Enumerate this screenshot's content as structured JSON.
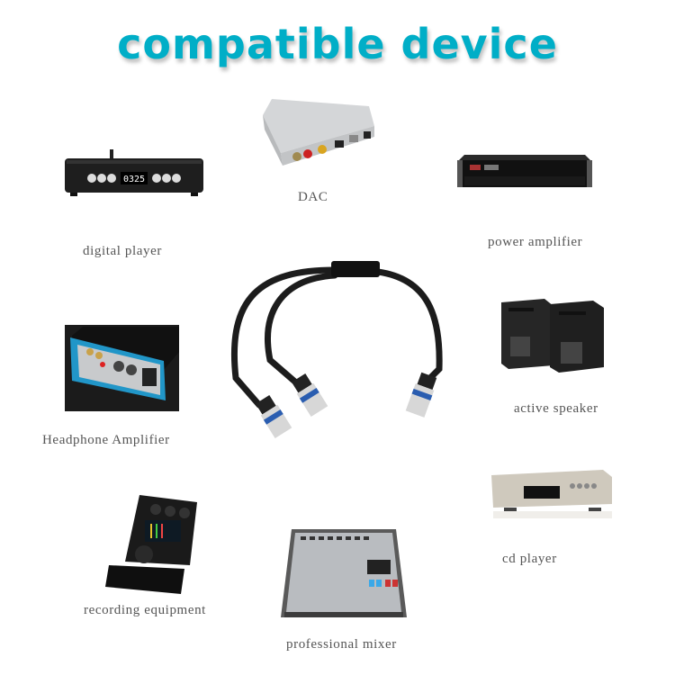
{
  "title": "compatible device",
  "accent_color": "#00aec7",
  "devices": [
    {
      "id": "digital-player",
      "label": "digital player",
      "display": "0325"
    },
    {
      "id": "dac",
      "label": "DAC"
    },
    {
      "id": "power-amplifier",
      "label": "power amplifier"
    },
    {
      "id": "headphone-amplifier",
      "label": "Headphone Amplifier"
    },
    {
      "id": "active-speaker",
      "label": "active speaker"
    },
    {
      "id": "cd-player",
      "label": "cd player"
    },
    {
      "id": "recording-equipment",
      "label": "recording equipment"
    },
    {
      "id": "professional-mixer",
      "label": "professional mixer"
    }
  ],
  "center_product": "xlr-y-splitter-cable"
}
